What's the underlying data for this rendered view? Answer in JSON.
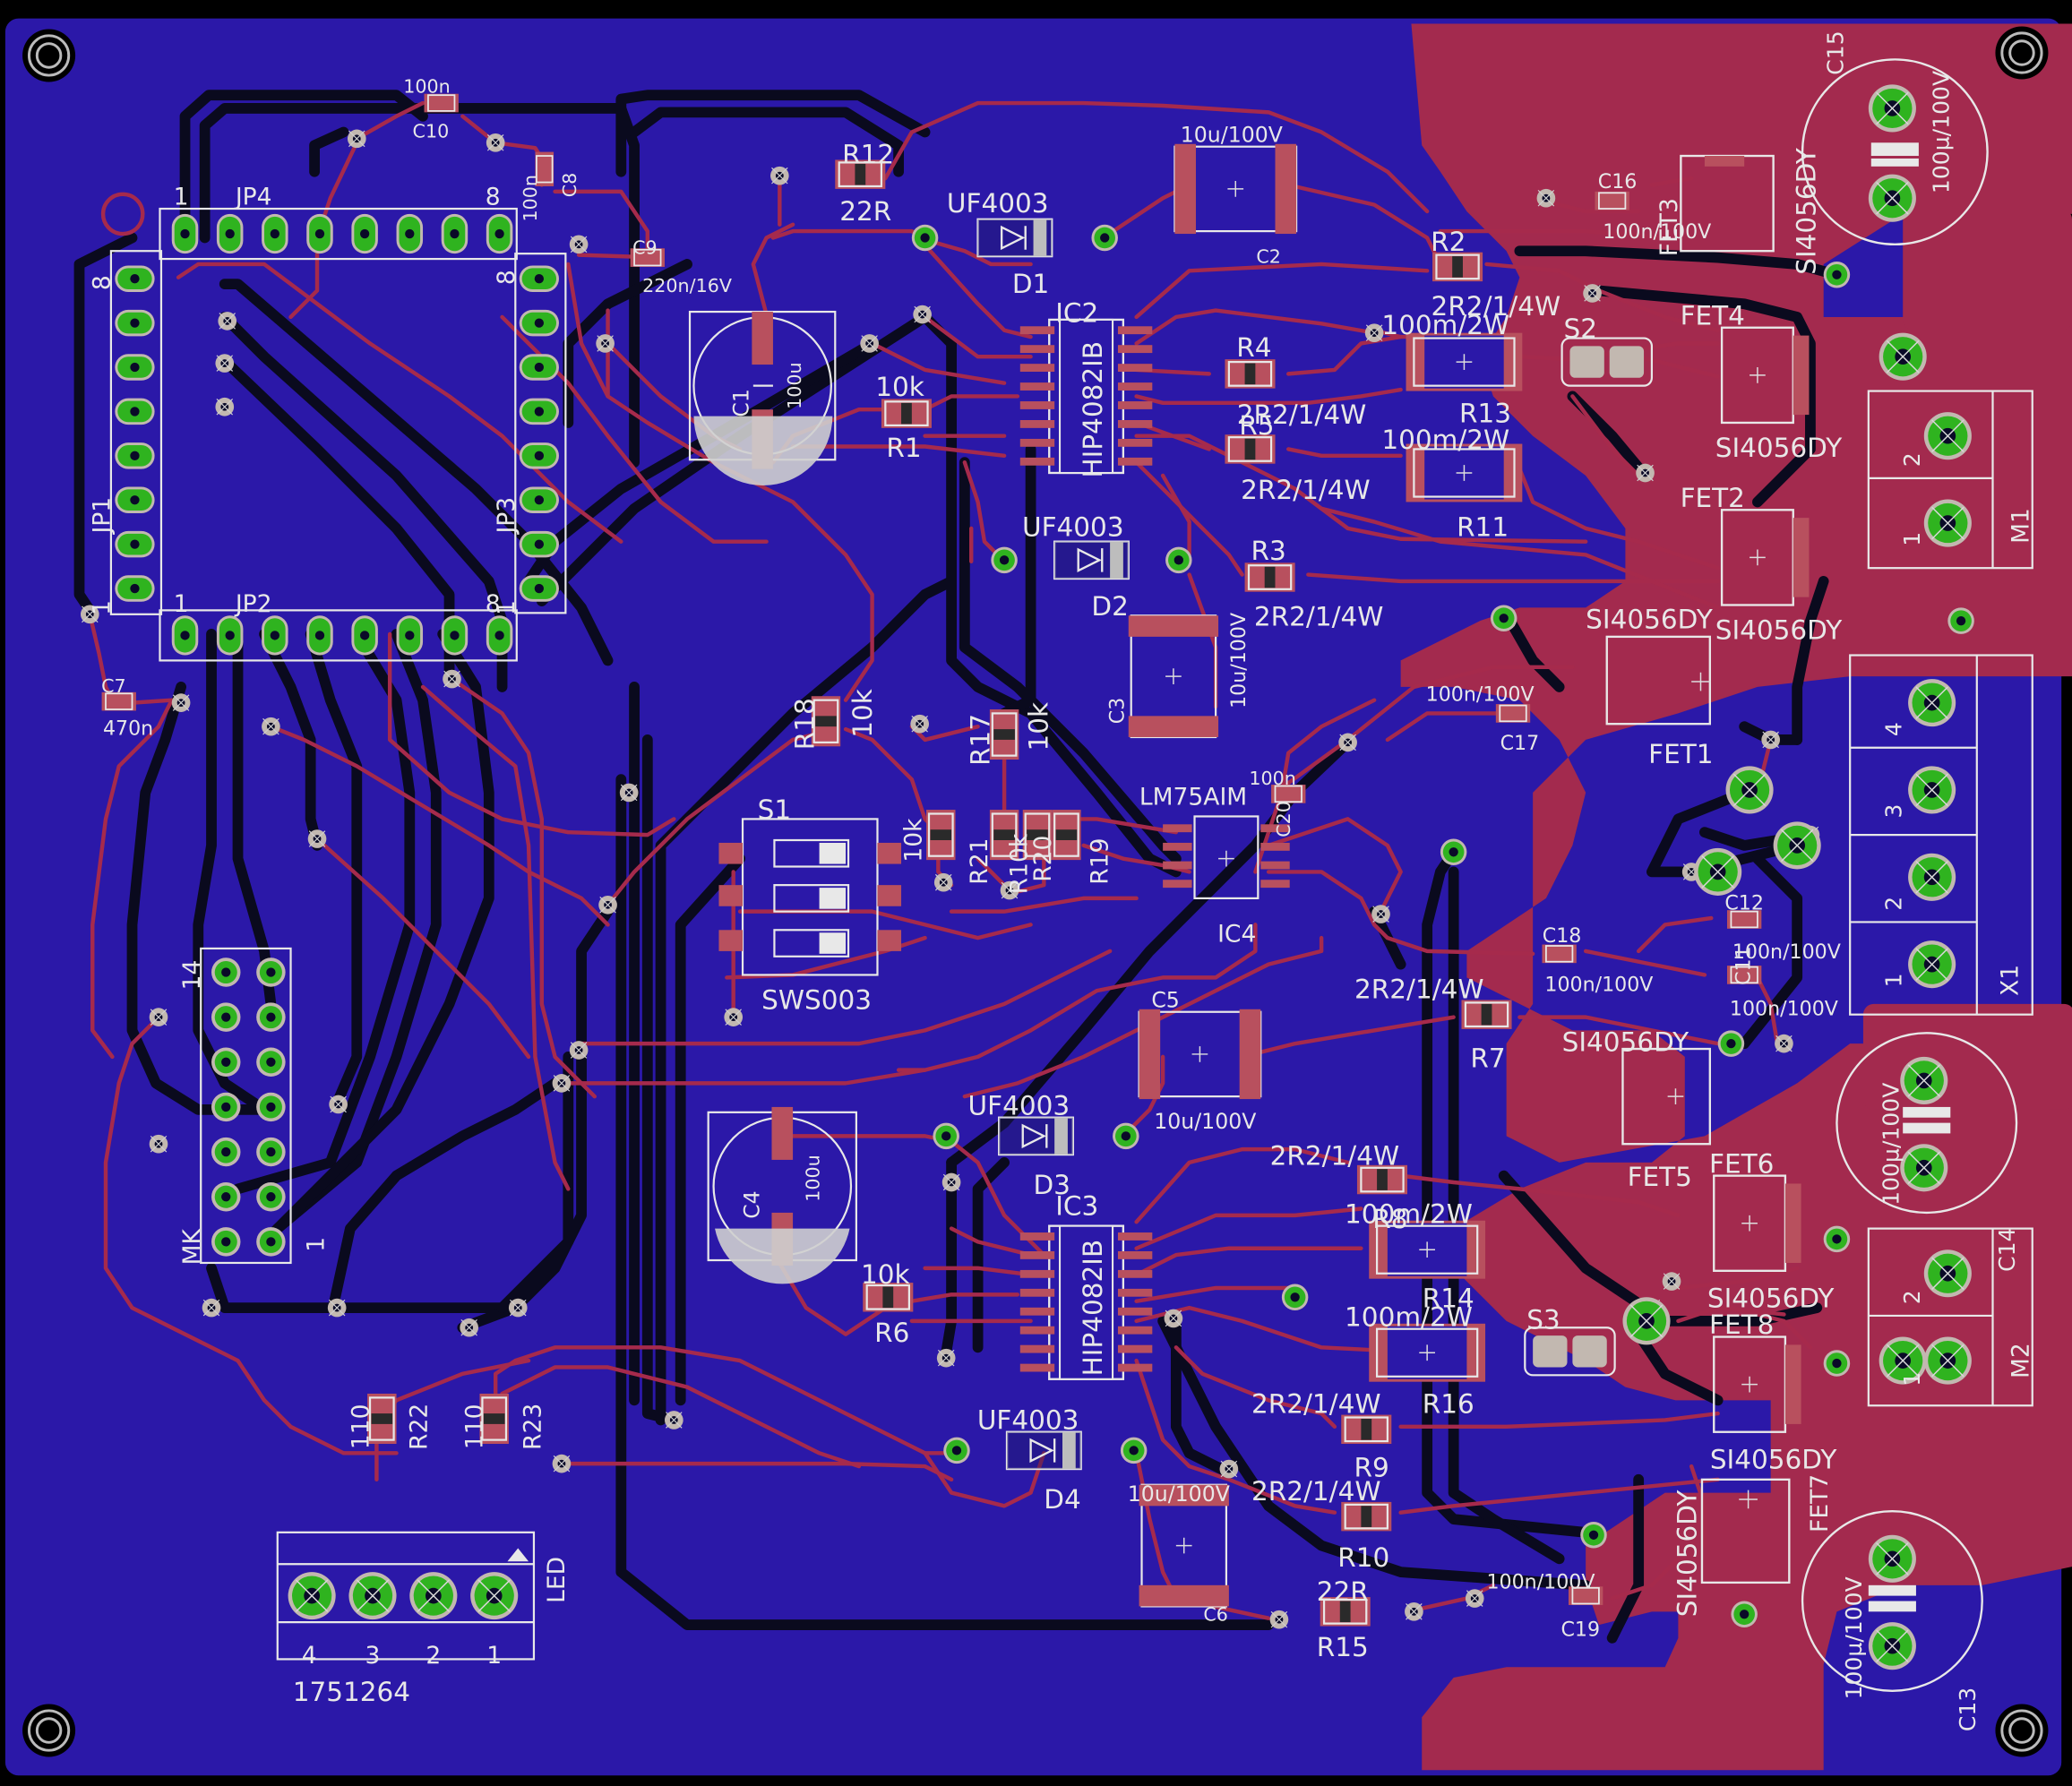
{
  "app": {
    "title": "PCB board layout view"
  },
  "colors": {
    "background": "#000000",
    "bottom_copper": "#2b18a8",
    "bottom_trace": "#0a0a1e",
    "top_copper": "#a32a4e",
    "top_trace": "#a62a4c",
    "pad_ring": "#c2b8b0",
    "pad_fill": "#2fb31f",
    "drill": "#0a0a28",
    "silk": "#e8e8e8",
    "smd_pad": "#b8505e"
  },
  "labels": {
    "c10_val": "100n",
    "c10": "C10",
    "c8_val": "100n",
    "c8": "C8",
    "c9": "C9",
    "c9_val": "220n/16V",
    "jp4": "JP4",
    "jp4_pin1": "1",
    "jp4_pin8": "8",
    "jp1": "JP1",
    "jp1_pin8": "8",
    "jp1_pin1": "1",
    "jp3": "JP3",
    "jp3_pin8": "8",
    "jp3_pin1": "1",
    "jp2": "JP2",
    "jp2_pin1": "1",
    "jp2_pin8": "8",
    "c7": "C7",
    "c7_val": "470n",
    "r12": "R12",
    "r12_val": "22R",
    "uf1": "UF4003",
    "d1": "D1",
    "c2_val": "10u/100V",
    "c2": "C2",
    "c16": "C16",
    "c16_val": "100n/100V",
    "c15": "C15",
    "c15_val": "100µ/100V",
    "fet3": "FET3",
    "fet3_part": "SI4056DY",
    "r2": "R2",
    "r2_val": "2R2/1/4W",
    "ic2": "IC2",
    "ic2_part": "HIP4082IB",
    "c1": "C1",
    "c1_val": "100u",
    "r1_val": "10k",
    "r1": "R1",
    "r4": "R4",
    "r4_val": "2R2/1/4W",
    "r5": "R5",
    "r5_val": "2R2/1/4W",
    "r13_val": "100m/2W",
    "r13": "R13",
    "r11_val": "100m/2W",
    "r11": "R11",
    "s2": "S2",
    "fet4": "FET4",
    "fet4_part": "SI4056DY",
    "fet2": "FET2",
    "fet2_part": "SI4056DY",
    "m1": "M1",
    "m1_pin2": "2",
    "m1_pin1": "1",
    "uf2": "UF4003",
    "d2": "D2",
    "r3": "R3",
    "r3_val": "2R2/1/4W",
    "fet1_part": "SI4056DY",
    "fet1": "FET1",
    "c3": "C3",
    "c3_val": "10u/100V",
    "c17_val": "100n/100V",
    "c17": "C17",
    "r18": "R18",
    "r18_val": "10k",
    "r17": "R17",
    "r17_val": "10k",
    "s1": "S1",
    "sws": "SWS003",
    "r_a": "10k",
    "r_b": "R21",
    "r_c": "R20",
    "r_d": "R19",
    "r_e": "R10k",
    "lm75": "LM75AIM",
    "ic4": "IC4",
    "c20_val": "100n",
    "c20": "C20",
    "x1": "X1",
    "x1_pin4": "4",
    "x1_pin3": "3",
    "x1_pin2": "2",
    "x1_pin1": "1",
    "c12": "C12",
    "c12_val": "100n/100V",
    "c11": "C11",
    "c11_val": "100n/100V",
    "c18": "C18",
    "c18_val": "100n/100V",
    "r7_val": "2R2/1/4W",
    "r7": "R7",
    "fet5_part": "SI4056DY",
    "fet5": "FET5",
    "c14": "C14",
    "c14_val": "100µ/100V",
    "mk": "MK",
    "mk_pin14": "14",
    "mk_pin1": "1",
    "c5": "C5",
    "c5_val": "10u/100V",
    "uf3": "UF4003",
    "d3": "D3",
    "c4": "C4",
    "c4_val": "100u",
    "ic3": "IC3",
    "ic3_part": "HIP4082IB",
    "r6_val": "10k",
    "r6": "R6",
    "r8_val": "2R2/1/4W",
    "r8": "R8",
    "r14_val": "100m/2W",
    "r14": "R14",
    "r16_val": "100m/2W",
    "r16": "R16",
    "s3": "S3",
    "fet6": "FET6",
    "fet6_part": "SI4056DY",
    "fet8": "FET8",
    "fet8_part": "SI4056DY",
    "m2": "M2",
    "m2_pin2": "2",
    "m2_pin1": "1",
    "r9_val": "2R2/1/4W",
    "r9": "R9",
    "uf4": "UF4003",
    "d4": "D4",
    "c6_val": "10u/100V",
    "c6": "C6",
    "r10_val": "2R2/1/4W",
    "r10": "R10",
    "r15_val": "22R",
    "r15": "R15",
    "c19_val": "100n/100V",
    "c19": "C19",
    "fet7": "FET7",
    "fet7_part": "SI4056DY",
    "c13": "C13",
    "c13_val": "100µ/100V",
    "r22_val": "110",
    "r22": "R22",
    "r23_val": "110",
    "r23": "R23",
    "led": "LED",
    "led_pin4": "4",
    "led_pin3": "3",
    "led_pin2": "2",
    "led_pin1": "1",
    "led_part": "1751264"
  }
}
